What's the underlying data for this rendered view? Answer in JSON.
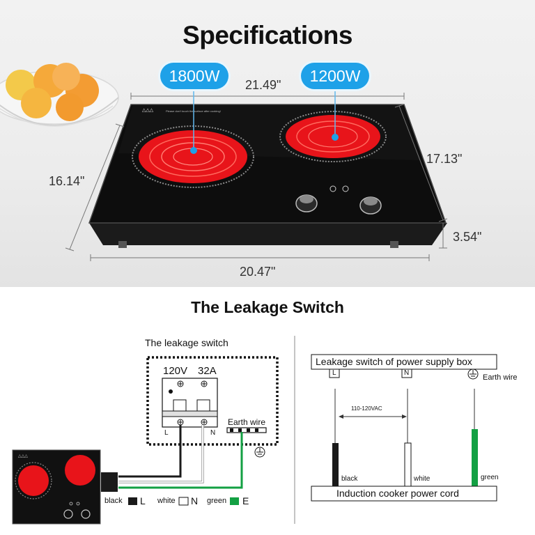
{
  "titles": {
    "specifications": "Specifications",
    "leakage_switch": "The Leakage Switch"
  },
  "badges": {
    "left_power": "1800W",
    "right_power": "1200W"
  },
  "dimensions": {
    "top_width": "21.49\"",
    "bottom_width": "20.47\"",
    "left_depth": "16.14\"",
    "right_depth": "17.13\"",
    "height": "3.54\""
  },
  "cooktop_panel_text": "Please don't touch the surface after cooking!",
  "left_diagram": {
    "caption": "The leakage switch",
    "voltage": "120V",
    "current": "32A",
    "terminal_l": "L",
    "terminal_n": "N",
    "earth_wire": "Earth wire",
    "legend": {
      "black": "black",
      "L": "L",
      "white": "white",
      "N": "N",
      "green": "green",
      "E": "E"
    }
  },
  "right_diagram": {
    "top_box": "Leakage switch of power supply box",
    "terminal_l": "L",
    "terminal_n": "N",
    "earth_wire": "Earth wire",
    "voltage_range": "110-120VAC",
    "wire_black": "black",
    "wire_white": "white",
    "wire_green": "green",
    "bottom_box": "Induction cooker power cord"
  },
  "colors": {
    "accent_blue": "#1ea1e8",
    "wire_black": "#1a1a1a",
    "wire_green": "#13a043",
    "burner_red": "#e8141a"
  }
}
